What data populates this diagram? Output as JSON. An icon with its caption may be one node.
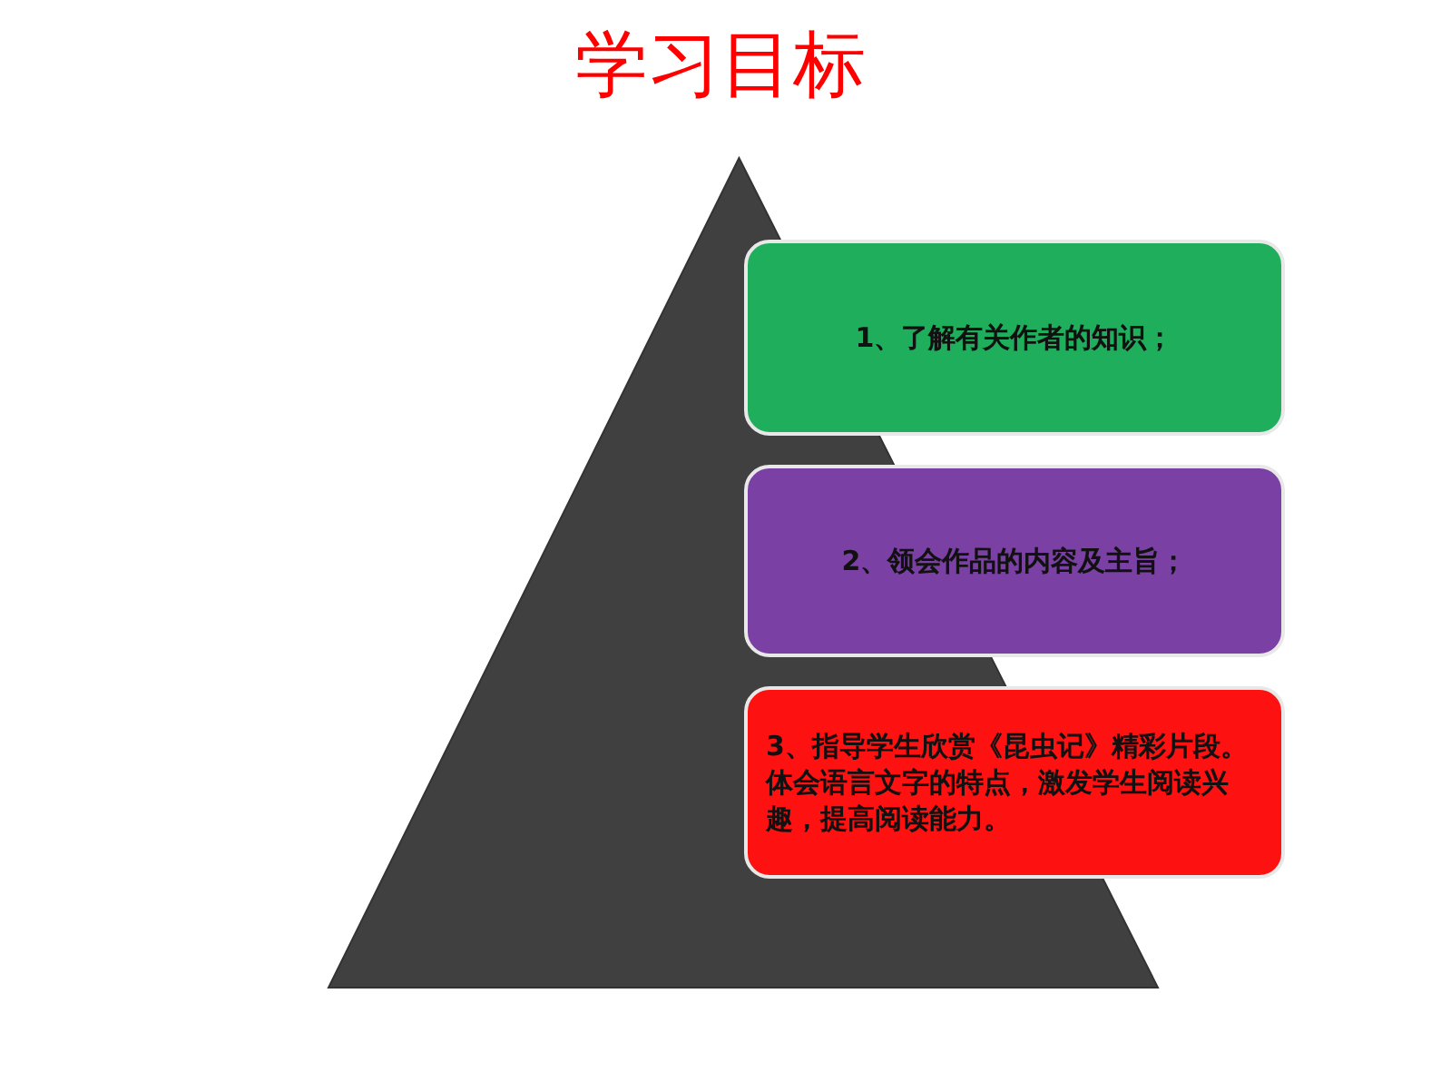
{
  "diagram": {
    "title": "学习目标",
    "nodes": [
      {
        "text": [],
        "shape": "triangle"
      },
      {
        "text": [
          "1、了解有关作者的知识；"
        ]
      },
      {
        "text": [
          "2、领会作品的内容及主旨；"
        ]
      },
      {
        "text": [
          "3、指导学生欣赏《昆虫记》精彩片段。体会语言文字的特点，激发学生阅读兴趣，提高阅读能力。"
        ]
      }
    ]
  }
}
